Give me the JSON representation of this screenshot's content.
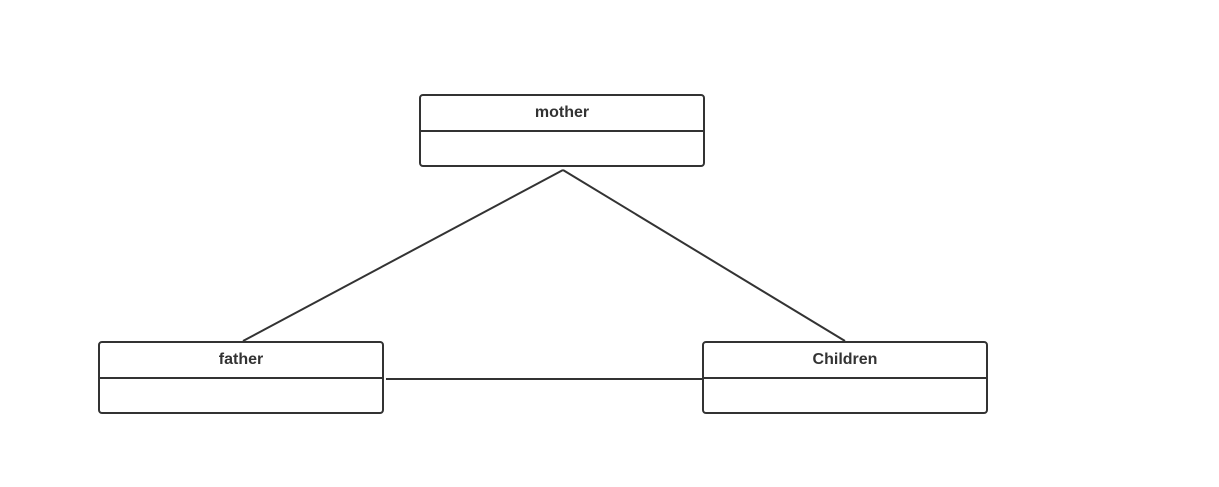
{
  "diagram": {
    "stroke_color": "#333333",
    "background": "#ffffff",
    "classes": [
      {
        "id": "mother",
        "name": "mother"
      },
      {
        "id": "father",
        "name": "father"
      },
      {
        "id": "children",
        "name": "Children"
      }
    ],
    "associations": [
      {
        "from": "mother",
        "to": "father"
      },
      {
        "from": "mother",
        "to": "children"
      },
      {
        "from": "father",
        "to": "children"
      }
    ]
  }
}
